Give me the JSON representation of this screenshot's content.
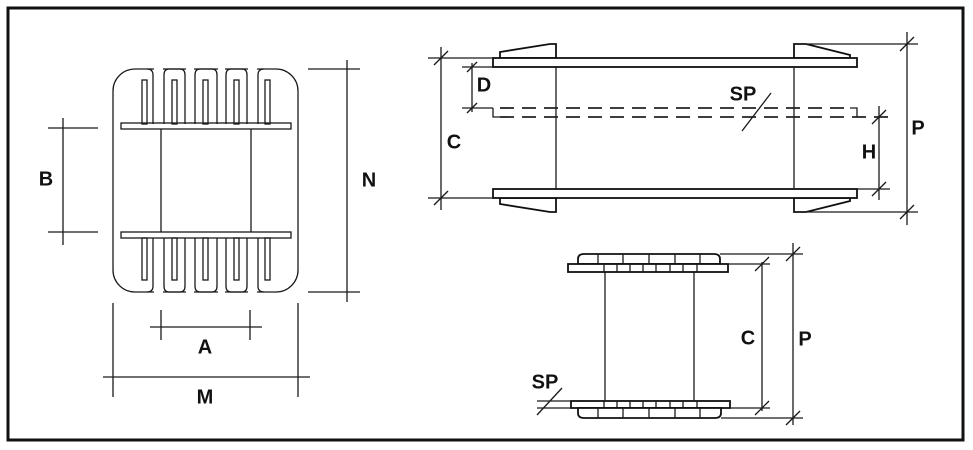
{
  "front_view": {
    "labels": {
      "a": "A",
      "b": "B",
      "m": "M",
      "n": "N"
    }
  },
  "side_view": {
    "labels": {
      "c": "C",
      "d": "D",
      "sp": "SP",
      "h": "H",
      "p": "P"
    }
  },
  "stack_view": {
    "labels": {
      "c": "C",
      "p": "P",
      "sp": "SP"
    }
  }
}
